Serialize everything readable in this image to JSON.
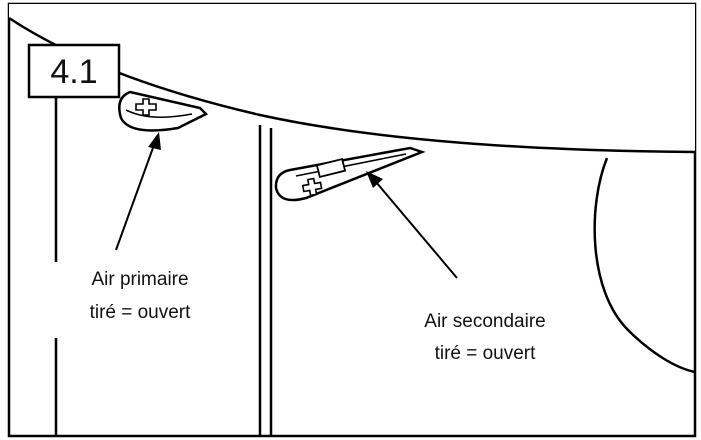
{
  "step": {
    "number": "4.1"
  },
  "callouts": {
    "primary": {
      "line1": "Air primaire",
      "line2": "tiré = ouvert"
    },
    "secondary": {
      "line1": "Air secondaire",
      "line2": "tiré = ouvert"
    }
  },
  "colors": {
    "stroke": "#000000",
    "background": "#ffffff",
    "text": "#111111"
  }
}
